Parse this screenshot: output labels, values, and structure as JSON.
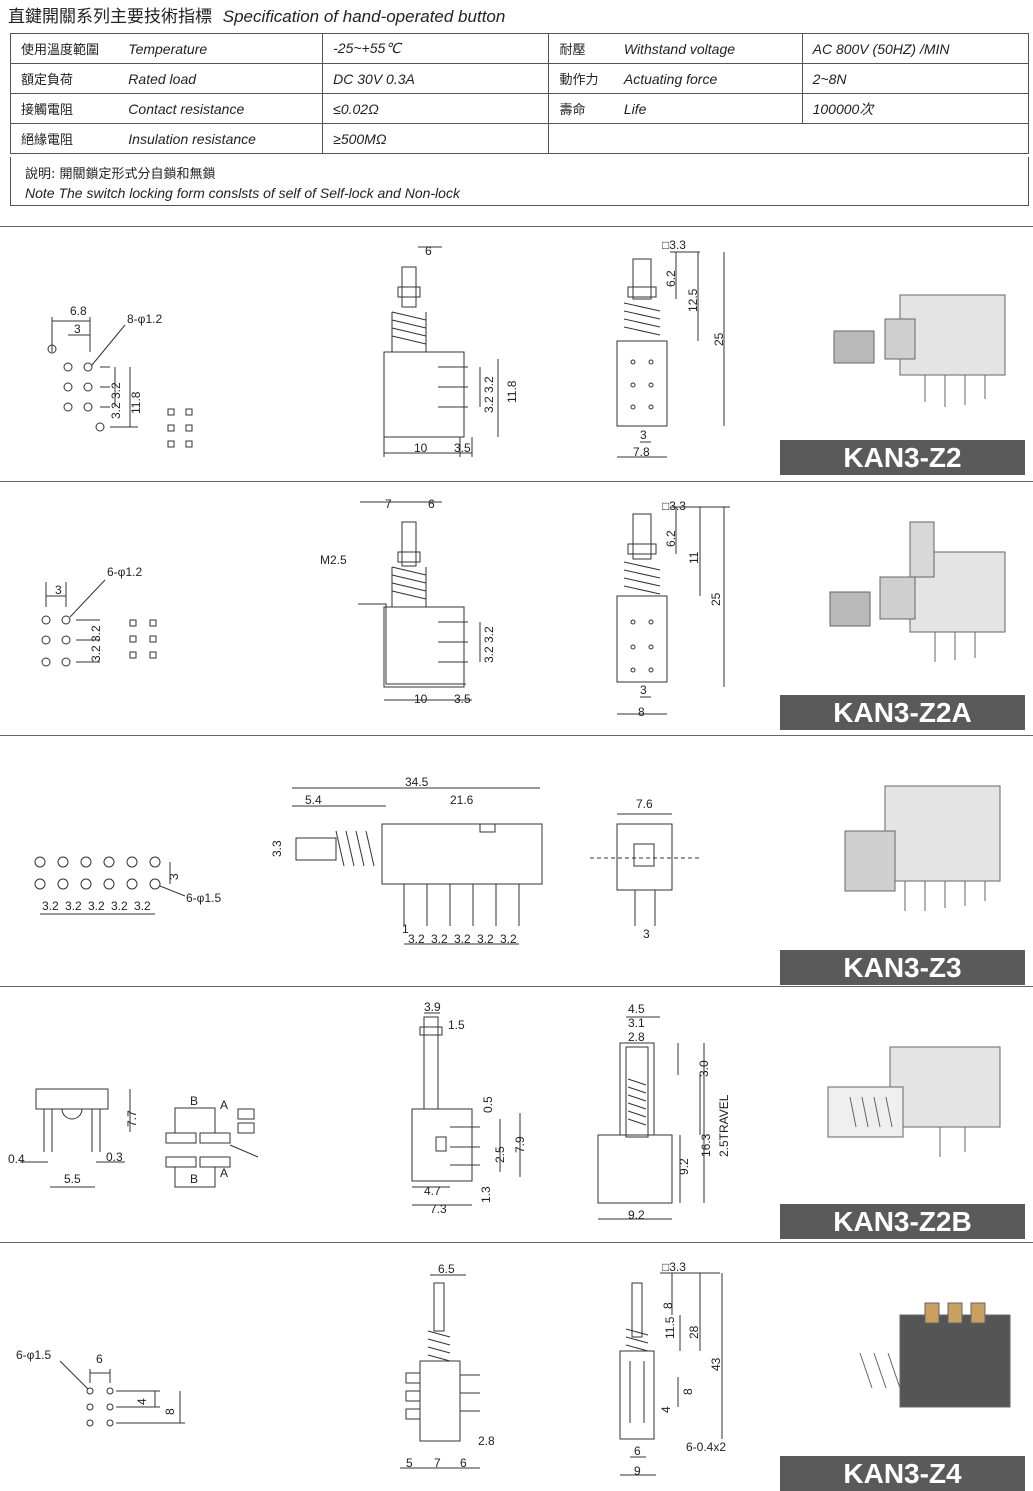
{
  "title": {
    "cn": "直鍵開關系列主要技術指標",
    "en": "Specification of hand-operated button"
  },
  "spec_rows": [
    {
      "cn1": "使用溫度範圍",
      "en1": "Temperature",
      "val1": "-25~+55℃",
      "cn2": "耐壓",
      "en2": "Withstand voltage",
      "val2": "AC 800V (50HZ) /MIN"
    },
    {
      "cn1": "額定負荷",
      "en1": "Rated load",
      "val1": "DC 30V 0.3A",
      "cn2": "動作力",
      "en2": "Actuating force",
      "val2": "2~8N"
    },
    {
      "cn1": "接觸電阻",
      "en1": "Contact resistance",
      "val1": "≤0.02Ω",
      "cn2": "壽命",
      "en2": "Life",
      "val2": "100000次"
    },
    {
      "cn1": "絕緣電阻",
      "en1": "Insulation resistance",
      "val1": "≥500MΩ",
      "cn2": "",
      "en2": "",
      "val2": ""
    }
  ],
  "note": {
    "cn": "說明: 開關鎖定形式分自鎖和無鎖",
    "en": "Note The switch locking form conslsts of self of Self-lock and Non-lock"
  },
  "products": [
    {
      "model": "KAN3-Z2",
      "dims": {
        "a": "6.8",
        "b": "3",
        "c": "8-φ1.2",
        "d": "3.2",
        "e": "3.2",
        "f": "11.8",
        "g": "6",
        "h": "3.2",
        "i": "3.2",
        "j": "11.8",
        "k": "10",
        "l": "3.5",
        "m": "□3.3",
        "n": "6.2",
        "o": "12.5",
        "p": "25",
        "q": "3",
        "r": "7.8"
      }
    },
    {
      "model": "KAN3-Z2A",
      "dims": {
        "a": "3",
        "c": "6-φ1.2",
        "d": "3.2",
        "e": "3.2",
        "g1": "7",
        "g": "6",
        "m2": "M2.5",
        "h": "3.2",
        "i": "3.2",
        "k": "10",
        "l": "3.5",
        "m": "□3.3",
        "n": "6.2",
        "o": "11",
        "p": "25",
        "q": "3",
        "r": "8"
      }
    },
    {
      "model": "KAN3-Z3",
      "dims": {
        "a": "34.5",
        "b": "5.4",
        "c": "21.6",
        "d": "3.3",
        "e": "7.6",
        "f": "3",
        "g": "6-φ1.5",
        "h": "3.2",
        "i": "3",
        "j": "1"
      }
    },
    {
      "model": "KAN3-Z2B",
      "dims": {
        "a": "7.7",
        "b": "0.4",
        "c": "0.3",
        "d": "5.5",
        "e": "B",
        "f": "A",
        "g": "3.9",
        "h": "1.5",
        "i": "0.5",
        "j": "2.5",
        "k": "7.9",
        "l": "4.7",
        "m": "7.3",
        "n": "1.3",
        "o": "4.5",
        "p": "3.1",
        "q": "2.8",
        "r": "3.0",
        "s": "2.5TRAVEL",
        "t": "16.3",
        "u": "9.2",
        "v": "9.2"
      }
    },
    {
      "model": "KAN3-Z4",
      "dims": {
        "a": "6-φ1.5",
        "b": "6",
        "c": "4",
        "d": "8",
        "e": "6.5",
        "f": "2.8",
        "g": "5",
        "h": "7",
        "i": "6",
        "j": "□3.3",
        "k": "8",
        "l": "11.5",
        "m": "28",
        "n": "43",
        "o": "8",
        "p": "4",
        "q": "6",
        "r": "9",
        "s": "6-0.4x2"
      }
    }
  ]
}
